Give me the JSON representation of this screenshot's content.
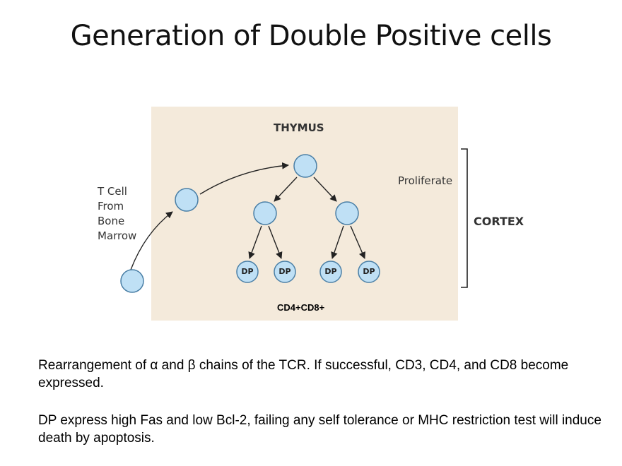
{
  "slide": {
    "title": "Generation of Double Positive cells"
  },
  "diagram": {
    "thymus_label": "THYMUS",
    "source_label_lines": [
      "T Cell",
      "From",
      "Bone",
      "Marrow"
    ],
    "proliferate_label": "Proliferate",
    "cortex_label": "CORTEX",
    "dp_label": "DP",
    "phenotype_label": "CD4+CD8+",
    "colors": {
      "panel_background": "#f4eadb",
      "cell_fill": "#bfe0f5",
      "cell_stroke": "#4a7fa6"
    }
  },
  "text": {
    "paragraph1": "Rearrangement of α and β chains of the TCR. If successful, CD3, CD4, and CD8 become expressed.",
    "paragraph2": "DP express high Fas and low Bcl-2, failing any self tolerance or MHC restriction test will induce death by apoptosis."
  }
}
